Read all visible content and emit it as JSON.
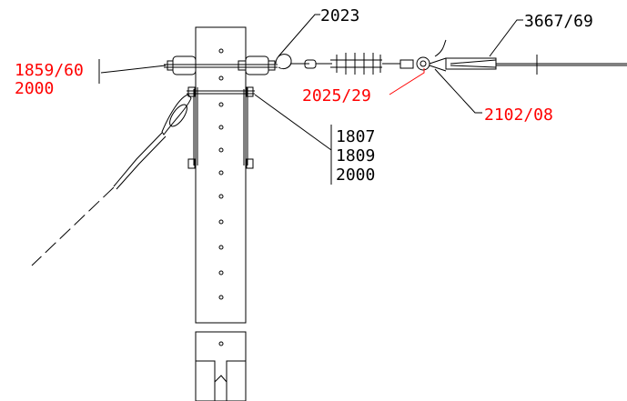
{
  "labels": {
    "ref_2023": "2023",
    "ref_3667_69": "3667/69",
    "ref_1859_60": "1859/60",
    "ref_2000_left": "2000",
    "ref_2025_29": "2025/29",
    "ref_2102_08": "2102/08",
    "ref_1807": "1807",
    "ref_1809": "1809",
    "ref_2000_right": "2000"
  },
  "colors": {
    "line": "#000000",
    "callout_red": "#ff0000",
    "background": "#ffffff"
  }
}
